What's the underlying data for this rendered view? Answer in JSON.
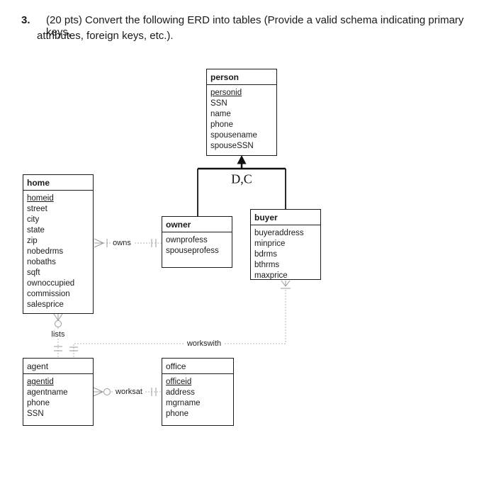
{
  "question": {
    "number": "3.",
    "line1": "(20 pts) Convert the following ERD into tables (Provide a valid schema indicating primary keys,",
    "line2": "attributes, foreign keys, etc.)."
  },
  "erd": {
    "specialization_label": "D,C",
    "entities": {
      "person": {
        "title": "person",
        "underlined": "personid",
        "attributes": [
          "personid",
          "SSN",
          "name",
          "phone",
          "spousename",
          "spouseSSN"
        ]
      },
      "home": {
        "title": "home",
        "underlined": "homeid",
        "attributes": [
          "homeid",
          "street",
          "city",
          "state",
          "zip",
          "nobedrms",
          "nobaths",
          "sqft",
          "ownoccupied",
          "commission",
          "salesprice"
        ]
      },
      "owner": {
        "title": "owner",
        "attributes": [
          "ownprofess",
          "spouseprofess"
        ]
      },
      "buyer": {
        "title": "buyer",
        "attributes": [
          "buyeraddress",
          "minprice",
          "bdrms",
          "bthrms",
          "maxprice"
        ]
      },
      "agent": {
        "title": "agent",
        "underlined": "agentid",
        "attributes": [
          "agentid",
          "agentname",
          "phone",
          "SSN"
        ]
      },
      "office": {
        "title": "office",
        "underlined": "officeid",
        "attributes": [
          "officeid",
          "address",
          "mgrname",
          "phone"
        ]
      }
    },
    "relationships": {
      "owns": "owns",
      "lists": "lists",
      "worksat": "worksat",
      "workswith": "workswith"
    }
  },
  "colors": {
    "background": "#ffffff",
    "box_border": "#1a1a1a",
    "relationship_line": "#b5b5b5",
    "connector_symbol": "#999999",
    "specialization_line": "#111111",
    "text": "#1a1a1a"
  }
}
